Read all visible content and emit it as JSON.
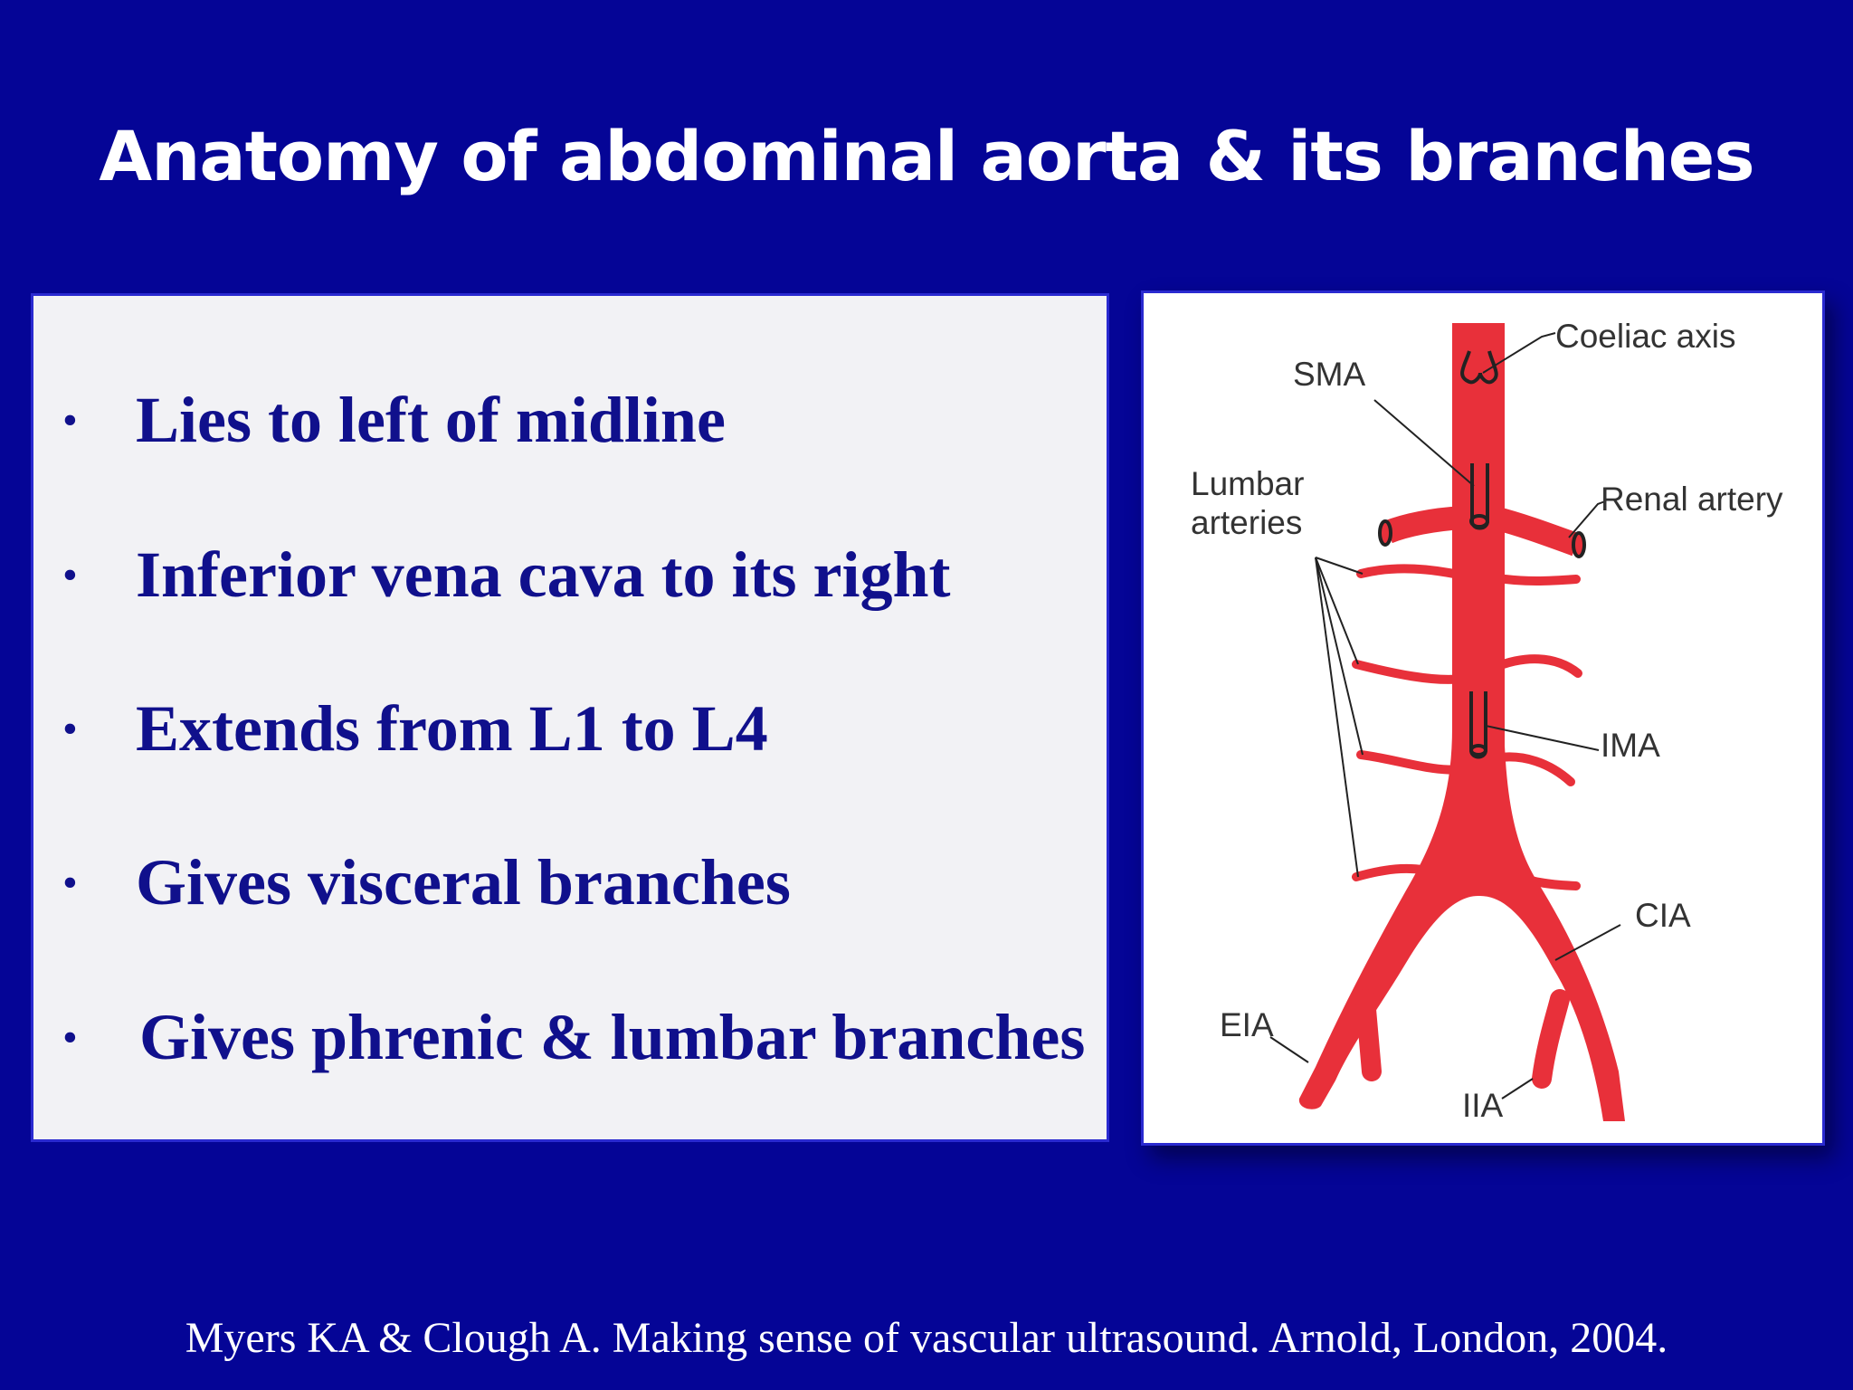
{
  "slide": {
    "title": "Anatomy of abdominal aorta & its branches",
    "background_color": "#050596",
    "text_color": "#10108c",
    "bullets": [
      "Lies to left of midline",
      "Inferior vena cava to its right",
      "Extends from L1 to L4",
      "Gives visceral branches",
      "Gives phrenic & lumbar branches"
    ],
    "citation": "Myers KA & Clough A. Making sense of vascular ultrasound. Arnold, London, 2004."
  },
  "diagram": {
    "artery_color": "#e8303a",
    "labels": {
      "coeliac": "Coeliac axis",
      "sma": "SMA",
      "lumbar_line1": "Lumbar",
      "lumbar_line2": "arteries",
      "renal": "Renal artery",
      "ima": "IMA",
      "cia": "CIA",
      "eia": "EIA",
      "iia": "IIA"
    }
  }
}
